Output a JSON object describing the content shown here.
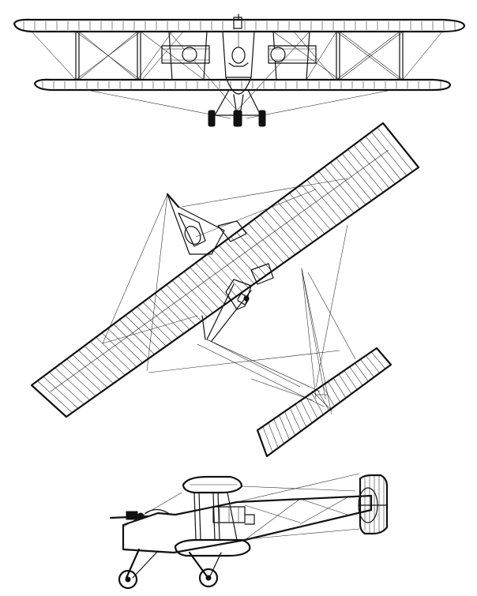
{
  "figure": {
    "views": [
      "front-view",
      "top-view",
      "side-view"
    ],
    "line_color": "#111111",
    "background": "#ffffff"
  }
}
